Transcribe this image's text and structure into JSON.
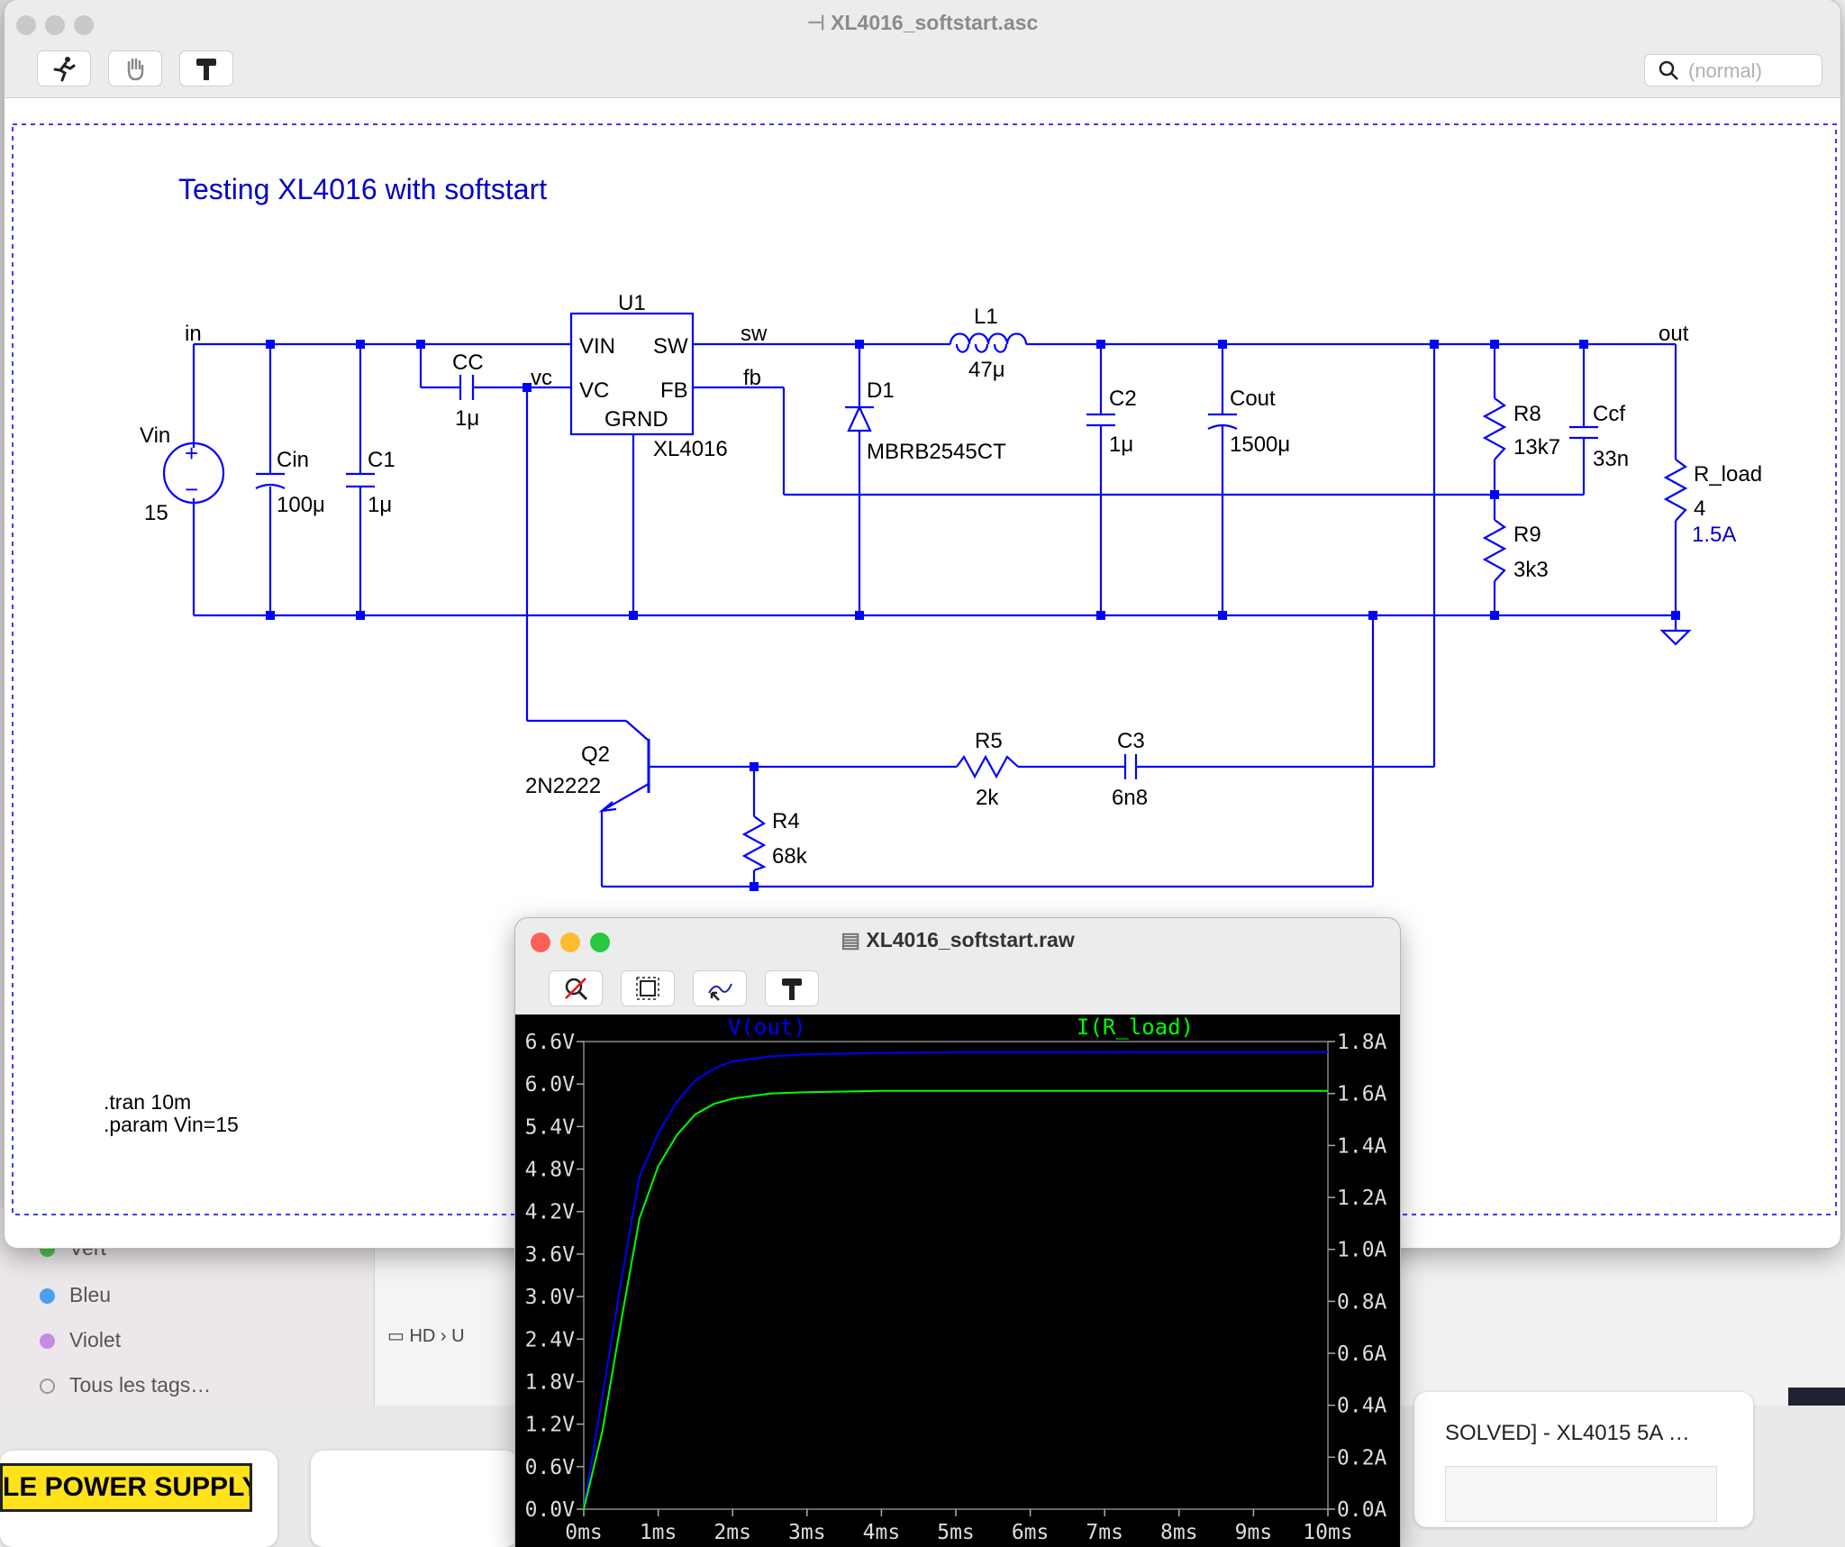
{
  "schematic_window": {
    "title": "XL4016_softstart.asc",
    "search_placeholder": "(normal)",
    "toolbar": [
      "run-icon",
      "hand-icon",
      "hammer-icon"
    ],
    "sheet_title": "Testing XL4016 with softstart",
    "directives": [
      ".tran 10m",
      ".param Vin=15"
    ],
    "nets": {
      "in": "in",
      "vc": "vc",
      "sw": "sw",
      "fb": "fb",
      "out": "out"
    },
    "components": {
      "vin": {
        "name": "Vin",
        "value": "15",
        "plus": "+",
        "minus": "−"
      },
      "cin": {
        "name": "Cin",
        "value": "100μ"
      },
      "c1": {
        "name": "C1",
        "value": "1μ"
      },
      "cc": {
        "name": "CC",
        "value": "1μ"
      },
      "u1": {
        "name": "U1",
        "part": "XL4016",
        "pins": {
          "vin": "VIN",
          "sw": "SW",
          "vc": "VC",
          "fb": "FB",
          "grnd": "GRND"
        }
      },
      "l1": {
        "name": "L1",
        "value": "47μ"
      },
      "d1": {
        "name": "D1",
        "value": "MBRB2545CT"
      },
      "c2": {
        "name": "C2",
        "value": "1μ"
      },
      "cout": {
        "name": "Cout",
        "value": "1500μ"
      },
      "r8": {
        "name": "R8",
        "value": "13k7"
      },
      "ccf": {
        "name": "Ccf",
        "value": "33n"
      },
      "r9": {
        "name": "R9",
        "value": "3k3"
      },
      "rload": {
        "name": "R_load",
        "value": "4",
        "current": "1.5A"
      },
      "q2": {
        "name": "Q2",
        "value": "2N2222"
      },
      "r5": {
        "name": "R5",
        "value": "2k"
      },
      "c3": {
        "name": "C3",
        "value": "6n8"
      },
      "r4": {
        "name": "R4",
        "value": "68k"
      }
    }
  },
  "plot_window": {
    "title": "XL4016_softstart.raw",
    "toolbar": [
      "autorange-icon",
      "zoom-extent-icon",
      "pan-icon",
      "hammer-icon"
    ],
    "chart_data": {
      "type": "line",
      "x": [
        0,
        0.25,
        0.5,
        0.75,
        1.0,
        1.25,
        1.5,
        1.75,
        2.0,
        2.5,
        3.0,
        4.0,
        5.0,
        6.0,
        8.0,
        10.0
      ],
      "xticks": [
        "0ms",
        "1ms",
        "2ms",
        "3ms",
        "4ms",
        "5ms",
        "6ms",
        "7ms",
        "8ms",
        "9ms",
        "10ms"
      ],
      "xlim": [
        0,
        10
      ],
      "left_yticks": [
        "0.0V",
        "0.6V",
        "1.2V",
        "1.8V",
        "2.4V",
        "3.0V",
        "3.6V",
        "4.2V",
        "4.8V",
        "5.4V",
        "6.0V",
        "6.6V"
      ],
      "left_ylim": [
        0,
        6.6
      ],
      "right_yticks": [
        "0.0A",
        "0.2A",
        "0.4A",
        "0.6A",
        "0.8A",
        "1.0A",
        "1.2A",
        "1.4A",
        "1.6A",
        "1.8A"
      ],
      "right_ylim": [
        0,
        1.8
      ],
      "series": [
        {
          "name": "V(out)",
          "axis": "left",
          "color": "#0000ff",
          "values": [
            0,
            1.6,
            3.2,
            4.7,
            5.3,
            5.75,
            6.05,
            6.22,
            6.32,
            6.39,
            6.42,
            6.44,
            6.45,
            6.45,
            6.45,
            6.45
          ]
        },
        {
          "name": "I(R_load)",
          "axis": "right",
          "color": "#00ff00",
          "values": [
            0,
            0.3,
            0.72,
            1.12,
            1.32,
            1.44,
            1.52,
            1.56,
            1.58,
            1.6,
            1.605,
            1.61,
            1.61,
            1.61,
            1.61,
            1.61
          ]
        }
      ]
    }
  },
  "background": {
    "tags": [
      {
        "label": "Vert",
        "color": "#4cc94c"
      },
      {
        "label": "Bleu",
        "color": "#4a9ff0"
      },
      {
        "label": "Violet",
        "color": "#c58be0"
      },
      {
        "label": "Tous les tags…",
        "color": ""
      }
    ],
    "finder_path": "HD › U",
    "browser_result_title": "SOLVED] - XL4015 5A …",
    "browser_banner": "LE POWER SUPPLY"
  }
}
